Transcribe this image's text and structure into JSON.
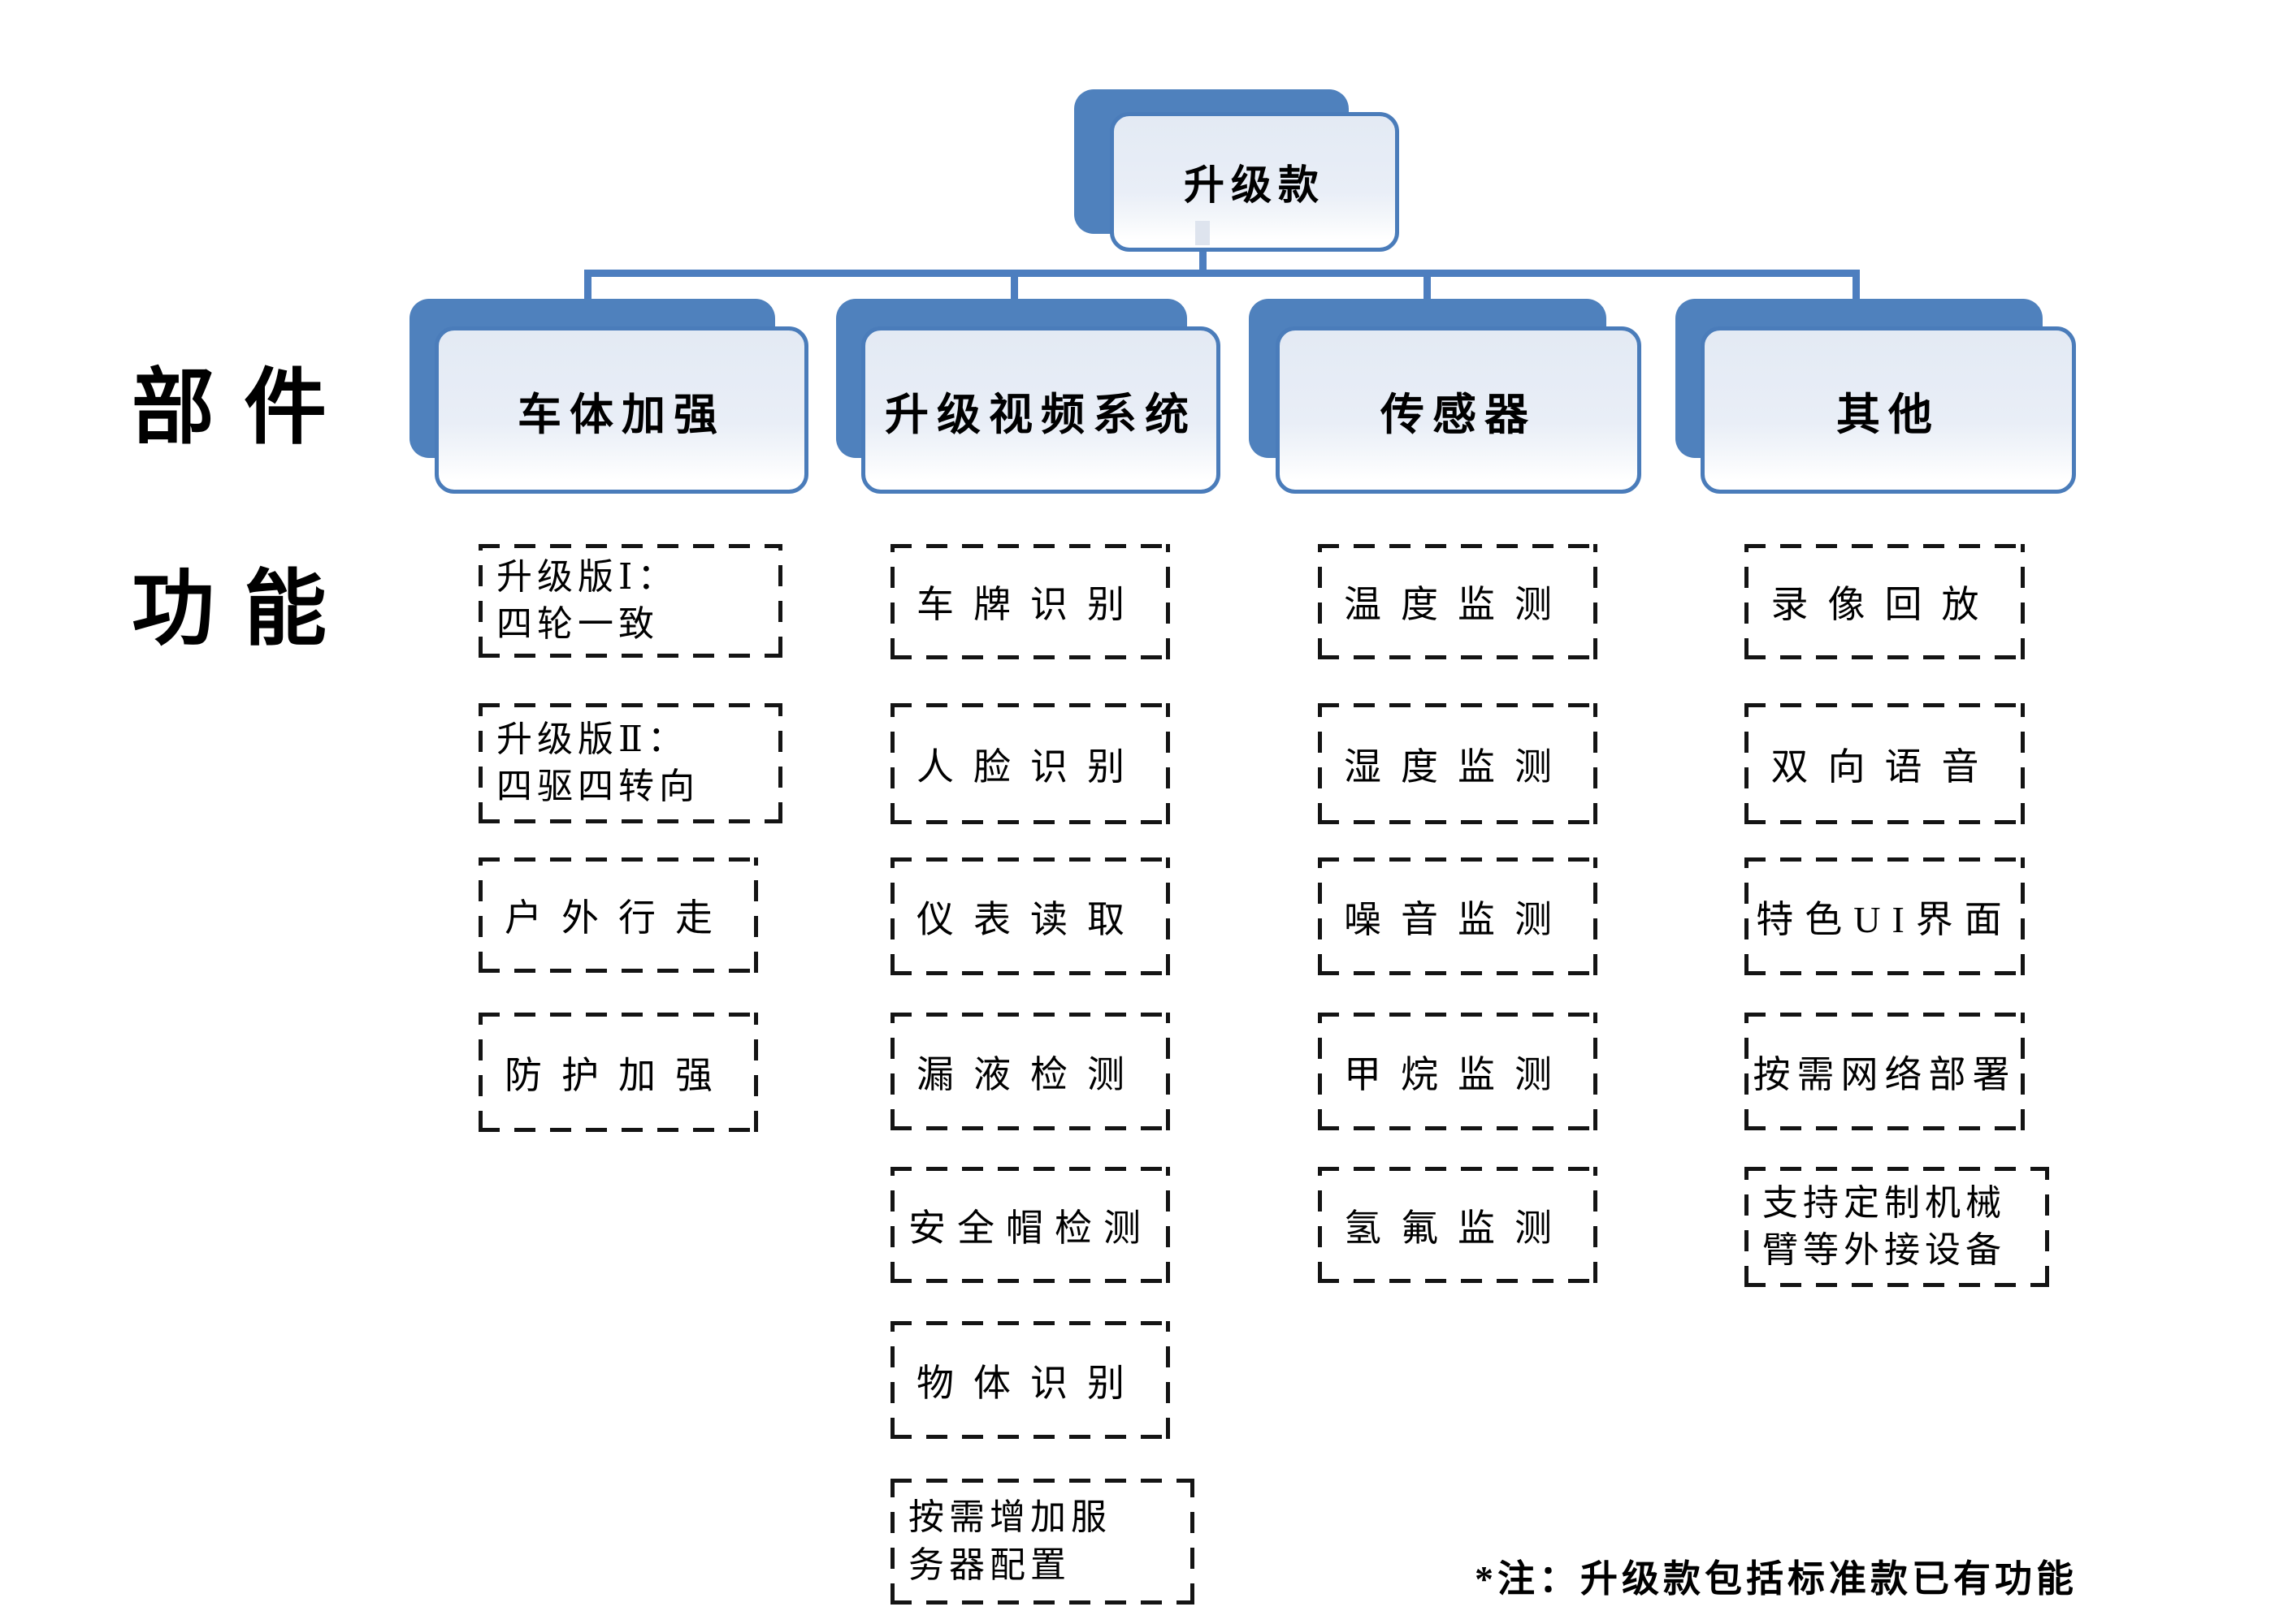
{
  "colors": {
    "accent_blue": "#4f81bd",
    "connector_blue": "#4d7ebf",
    "node_fill_light": "#e9eef7",
    "dash_black": "#141414"
  },
  "root_node": {
    "label": "升级款"
  },
  "row_labels": {
    "components": "部件",
    "functions": "功能"
  },
  "columns": [
    {
      "header": "车体加强",
      "features": [
        "升级版Ⅰ：\n四轮一致",
        "升级版Ⅱ：\n四驱四转向",
        "户外行走",
        "防护加强"
      ]
    },
    {
      "header": "升级视频系统",
      "features": [
        "车牌识别",
        "人脸识别",
        "仪表读取",
        "漏液检测",
        "安全帽检测",
        "物体识别",
        "按需增加服\n务器配置"
      ]
    },
    {
      "header": "传感器",
      "features": [
        "温度监测",
        "湿度监测",
        "噪音监测",
        "甲烷监测",
        "氢氟监测"
      ]
    },
    {
      "header": "其他",
      "features": [
        "录像回放",
        "双向语音",
        "特色UI界面",
        "按需网络部署",
        "支持定制机械\n臂等外接设备"
      ]
    }
  ],
  "footnote": "*注：升级款包括标准款已有功能"
}
